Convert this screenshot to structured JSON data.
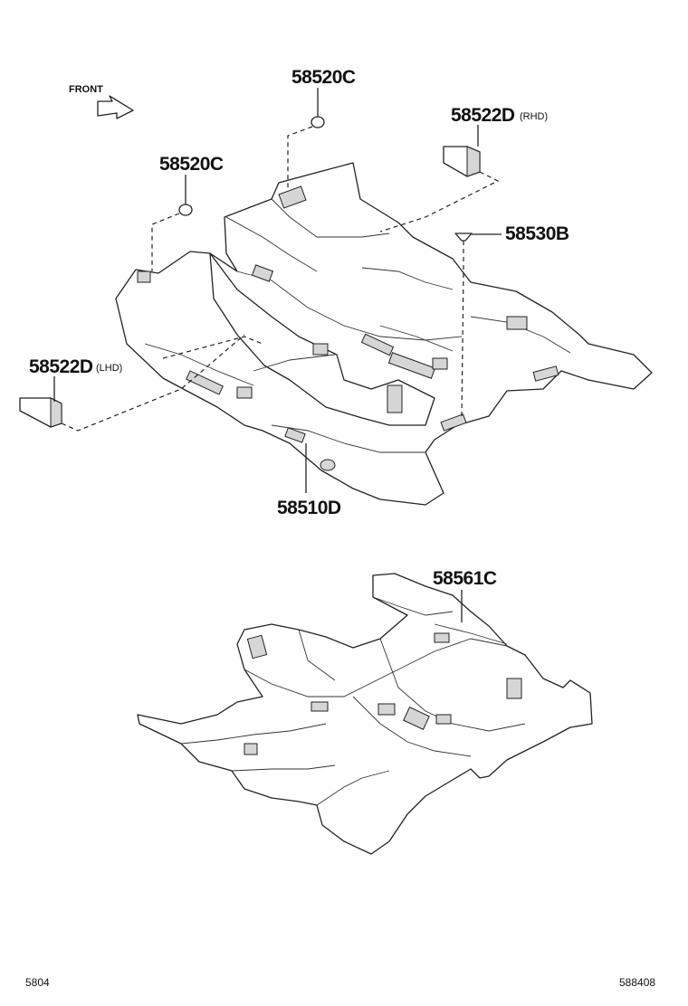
{
  "front_label": "FRONT",
  "callouts": {
    "clip_top": "58520C",
    "clip_left": "58520C",
    "bracket_rhd": "58522D",
    "bracket_rhd_note": "(RHD)",
    "bracket_lhd": "58522D",
    "bracket_lhd_note": "(LHD)",
    "pin": "58530B",
    "front_carpet": "58510D",
    "rear_carpet": "58561C"
  },
  "footer": {
    "left_code": "5804",
    "right_code": "588408"
  }
}
